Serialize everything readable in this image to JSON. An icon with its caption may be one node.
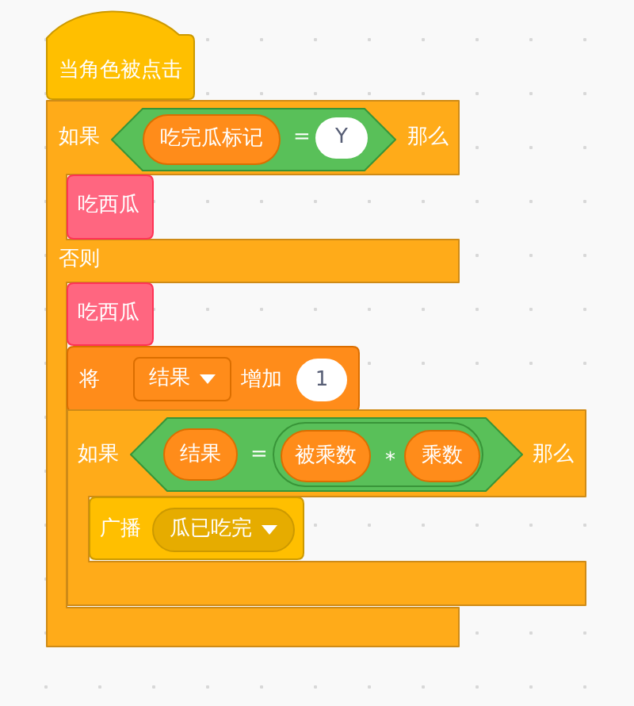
{
  "diagram": {
    "nodes": [
      {
        "text": [
          "当角色被点击"
        ]
      },
      {
        "text": [
          "如果",
          "那么",
          "否则"
        ]
      },
      {
        "text": [
          "="
        ],
        "in": 1
      },
      {
        "text": [
          "吃完瓜标记"
        ],
        "in": 2
      },
      {
        "text": [
          "Y"
        ],
        "in": 2
      },
      {
        "text": [
          "吃西瓜"
        ],
        "in": 1
      },
      {
        "text": [
          "吃西瓜"
        ],
        "in": 1
      },
      {
        "text": [
          "将",
          "增加"
        ],
        "in": 1
      },
      {
        "text": [
          "结果"
        ],
        "in": 7
      },
      {
        "text": [
          "1"
        ],
        "in": 7
      },
      {
        "text": [
          "如果",
          "那么"
        ]
      },
      {
        "text": [
          "="
        ],
        "in": 10
      },
      {
        "text": [
          "结果"
        ],
        "in": 11
      },
      {
        "text": [
          "*"
        ],
        "in": 11
      },
      {
        "text": [
          "被乘数"
        ],
        "in": 13
      },
      {
        "text": [
          "乘数"
        ],
        "in": 13
      },
      {
        "text": [
          "广播"
        ],
        "in": 10
      },
      {
        "text": [
          "瓜已吃完"
        ],
        "in": 16
      }
    ]
  }
}
